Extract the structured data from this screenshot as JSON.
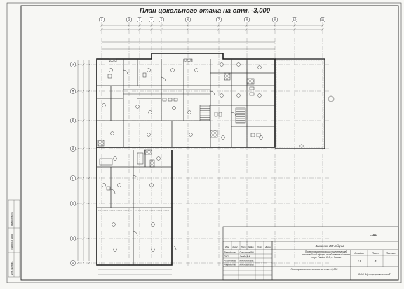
{
  "drawing": {
    "title": "План цокольного этажа на отм. -3,000"
  },
  "axes": {
    "columns": [
      "1",
      "2",
      "3",
      "4",
      "5",
      "6",
      "7",
      "8",
      "9",
      "10",
      "11"
    ],
    "rows": [
      "И",
      "Ж",
      "Е",
      "Д",
      "Г",
      "В",
      "Б",
      "А"
    ]
  },
  "title_block": {
    "stamp_code": "- АР",
    "customer": "Заказчик: ИП Абдуев",
    "project_name": "Проект реконструкции существующей столовой под офисно-хозяйственный центр по ул. Гагаев, 8, В, г. Рязань",
    "sheet_title": "План цокольного этажа на отм. -3,000",
    "organization": "ООО \"Центрпроектстрой\"",
    "rev_headers": [
      "Изм.",
      "Кол.уч.",
      "Лист",
      "№Док.",
      "Подп.",
      "Дата"
    ],
    "roles": [
      {
        "role": "Разработал",
        "name": "Гаврилова В.А."
      },
      {
        "role": "ГИП",
        "name": "Дзюба А.А."
      },
      {
        "role": "Н.контроль",
        "name": "Кочинский В.Е."
      },
      {
        "role": "Разработал",
        "name": "Кочинский В.В."
      }
    ],
    "stage_headers": [
      "Стадия",
      "Лист",
      "Листов"
    ],
    "stage": "П",
    "sheet": "3",
    "sheets": ""
  },
  "margin_labels": [
    "Инв. № подл.",
    "Подпись и дата",
    "Взам. инв. №"
  ]
}
